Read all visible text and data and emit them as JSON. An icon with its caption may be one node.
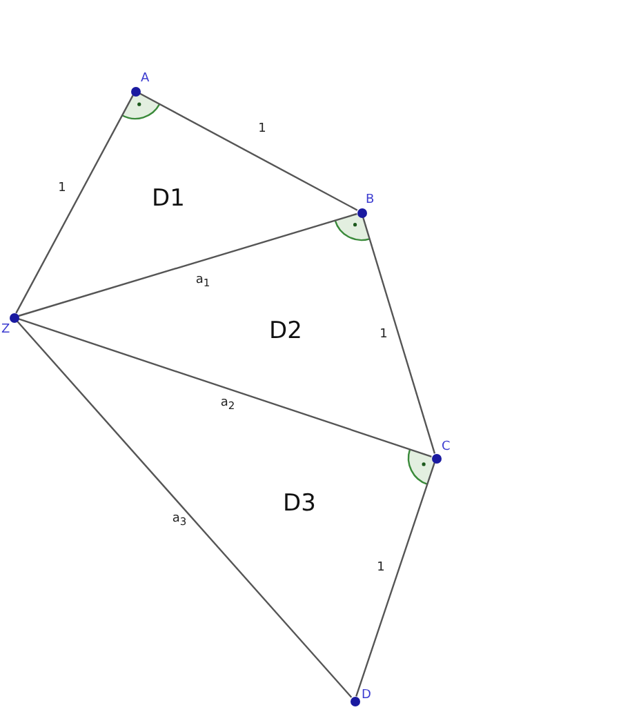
{
  "diagram": {
    "nodes": [
      {
        "text": [],
        "shape": "circle",
        "beside": [
          "A"
        ]
      },
      {
        "text": [],
        "shape": "circle",
        "beside": [
          "B"
        ]
      },
      {
        "text": [],
        "shape": "circle",
        "beside": [
          "Z"
        ]
      },
      {
        "text": [],
        "shape": "circle",
        "beside": [
          "C"
        ]
      },
      {
        "text": [],
        "shape": "circle",
        "beside": [
          "D"
        ]
      }
    ],
    "edges": [
      {
        "from": 2,
        "to": 0,
        "arrow": "none",
        "label": "1"
      },
      {
        "from": 0,
        "to": 1,
        "arrow": "none",
        "label": "1"
      },
      {
        "from": 2,
        "to": 1,
        "arrow": "none",
        "label": "a$_{1}$"
      },
      {
        "from": 1,
        "to": 3,
        "arrow": "none",
        "label": "1"
      },
      {
        "from": 2,
        "to": 3,
        "arrow": "none",
        "label": "a$_{2}$"
      },
      {
        "from": 3,
        "to": 4,
        "arrow": "none",
        "label": "1"
      },
      {
        "from": 2,
        "to": 4,
        "arrow": "none",
        "label": "a$_{3}$"
      }
    ],
    "labels": [
      "D1",
      "D2",
      "D3"
    ]
  }
}
